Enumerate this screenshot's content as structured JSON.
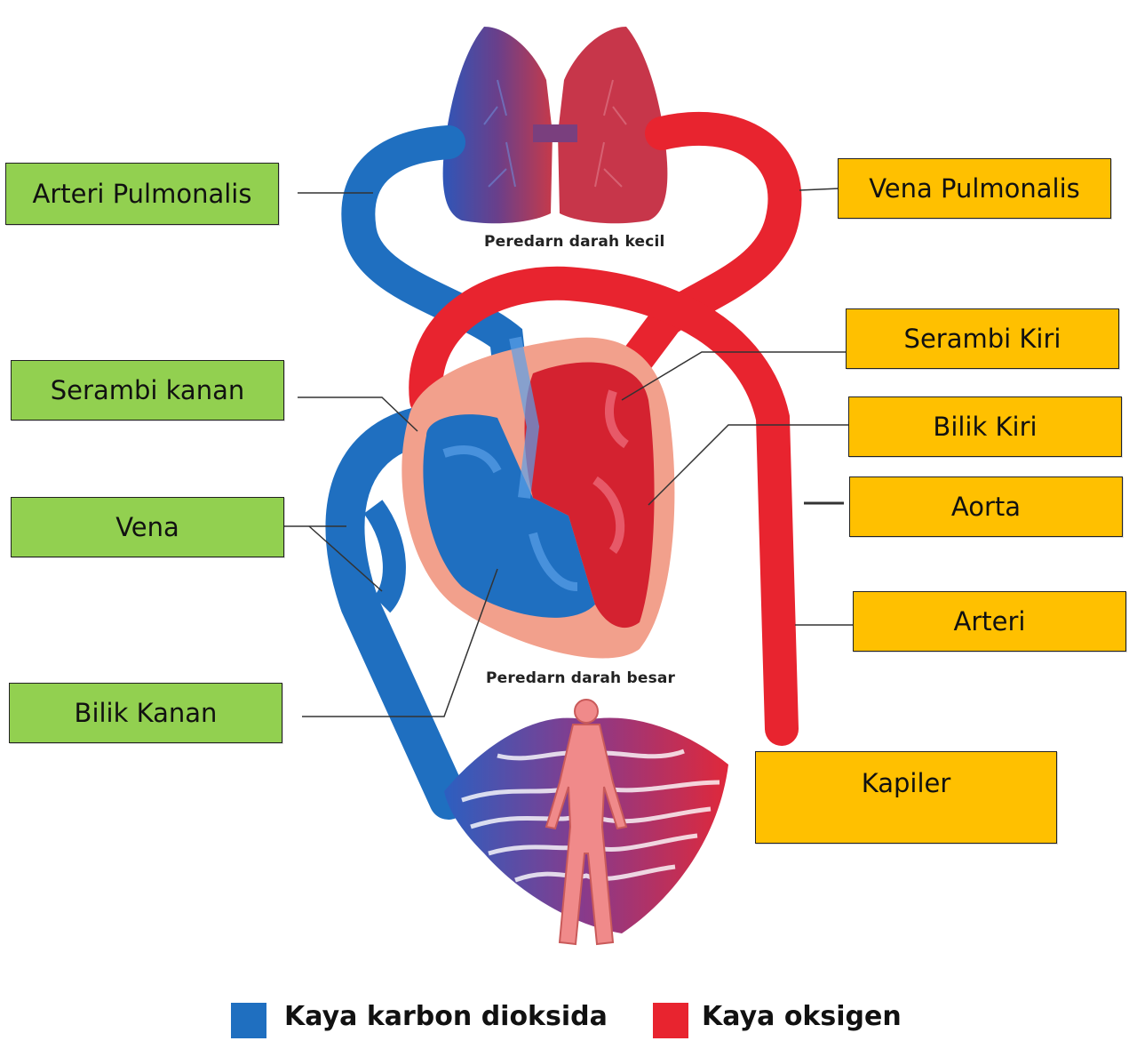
{
  "labels": {
    "left": {
      "arteri_pulmonalis": "Arteri Pulmonalis",
      "serambi_kanan": "Serambi kanan",
      "vena": "Vena",
      "bilik_kanan": "Bilik Kanan"
    },
    "right": {
      "vena_pulmonalis": "Vena Pulmonalis",
      "serambi_kiri": "Serambi Kiri",
      "bilik_kiri": "Bilik Kiri",
      "aorta": "Aorta",
      "arteri": "Arteri",
      "kapiler": "Kapiler"
    }
  },
  "captions": {
    "small_circulation": "Peredarn darah kecil",
    "large_circulation": "Peredarn darah besar"
  },
  "legend": [
    {
      "label": "Kaya karbon dioksida",
      "color": "#1f6fc0"
    },
    {
      "label": "Kaya oksigen",
      "color": "#e8242f"
    }
  ],
  "colors": {
    "label_left_bg": "#92d050",
    "label_right_bg": "#ffc000",
    "vessel_blue": "#1f6fc0",
    "vessel_red": "#e8242f",
    "heart_outline": "#f2a08c"
  }
}
